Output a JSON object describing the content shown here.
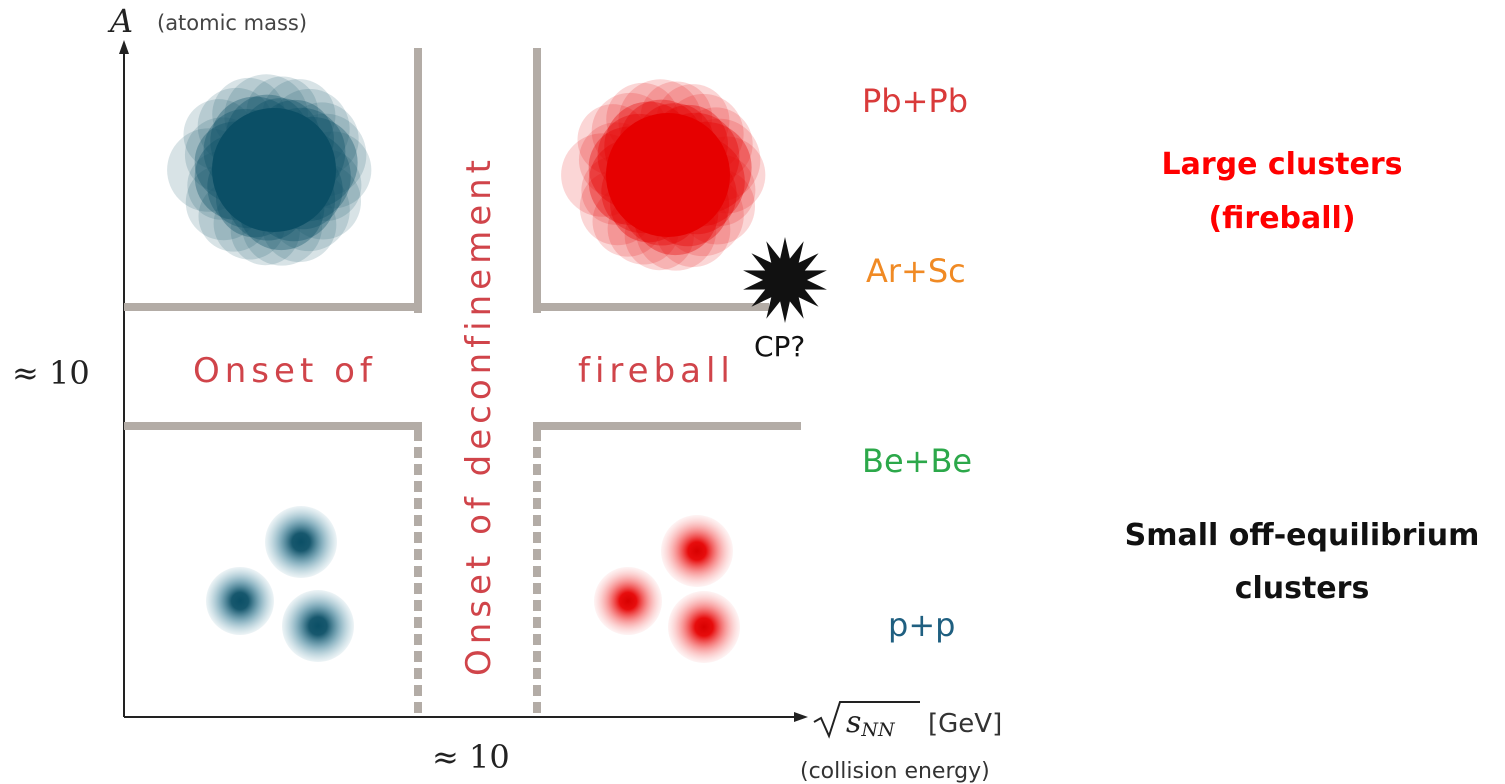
{
  "axes": {
    "y_symbol": "A",
    "y_caption": "(atomic mass)",
    "y_tick": "≈ 10",
    "x_symbol": "√sNN",
    "x_unit": "[GeV]",
    "x_caption": "(collision energy)",
    "x_tick": "≈ 10"
  },
  "region_labels": {
    "horizontal_left": "Onset of",
    "horizontal_right": "fireball",
    "vertical": "Onset of deconfinement"
  },
  "critical_point": {
    "label": "CP?"
  },
  "systems": [
    {
      "label": "Pb+Pb",
      "color": "#d93a3a"
    },
    {
      "label": "Ar+Sc",
      "color": "#f08a24"
    },
    {
      "label": "Be+Be",
      "color": "#2ca84a"
    },
    {
      "label": "p+p",
      "color": "#1f5f80"
    }
  ],
  "cluster_labels": {
    "large_line1": "Large clusters",
    "large_line2": "(fireball)",
    "large_color": "#ff0000",
    "small_line1": "Small off-equilibrium",
    "small_line2": "clusters",
    "small_color": "#111111"
  },
  "colors": {
    "teal": "#0b4f66",
    "red": "#e60000",
    "divider": "#b3aca6",
    "region_text": "#d0444a"
  }
}
